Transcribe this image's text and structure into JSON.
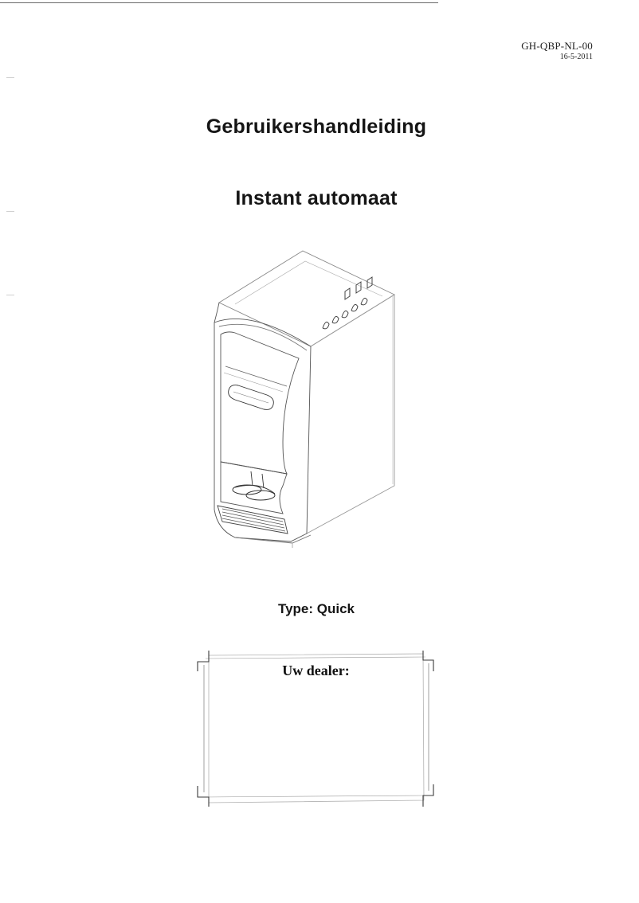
{
  "header": {
    "doc_code": "GH-QBP-NL-00",
    "doc_date": "16-5-2011"
  },
  "titles": {
    "main": "Gebruikershandleiding",
    "sub": "Instant automaat"
  },
  "product": {
    "type_label": "Type: Quick"
  },
  "dealer": {
    "label": "Uw dealer:"
  }
}
